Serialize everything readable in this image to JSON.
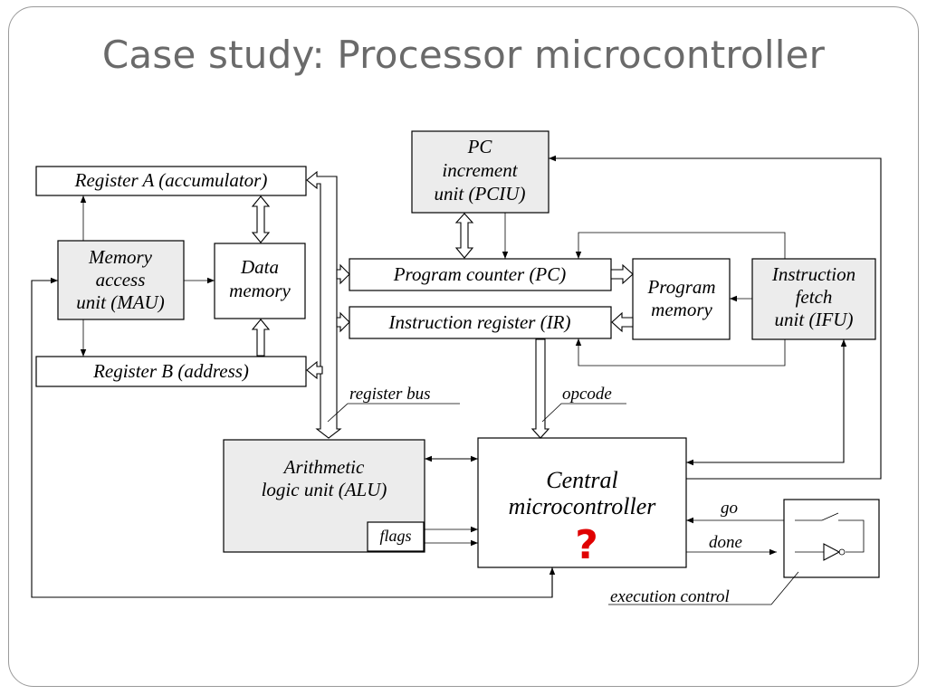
{
  "title": "Case study: Processor microcontroller",
  "blocks": {
    "register_a": "Register A (accumulator)",
    "register_b": "Register B (address)",
    "mau": [
      "Memory",
      "access",
      "unit (MAU)"
    ],
    "data_memory": [
      "Data",
      "memory"
    ],
    "pciu": [
      "PC",
      "increment",
      "unit (PCIU)"
    ],
    "program_counter": "Program counter (PC)",
    "instruction_register": "Instruction register (IR)",
    "program_memory": [
      "Program",
      "memory"
    ],
    "ifu": [
      "Instruction",
      "fetch",
      "unit (IFU)"
    ],
    "alu": [
      "Arithmetic",
      "logic unit (ALU)"
    ],
    "flags": "flags",
    "central": [
      "Central",
      "microcontroller"
    ],
    "unknown_mark": "?"
  },
  "labels": {
    "register_bus": "register bus",
    "opcode": "opcode",
    "go": "go",
    "done": "done",
    "execution_control": "execution control"
  },
  "colors": {
    "title": "#6a6a6a",
    "shaded_block": "#ececec",
    "question_mark": "#e00000"
  }
}
